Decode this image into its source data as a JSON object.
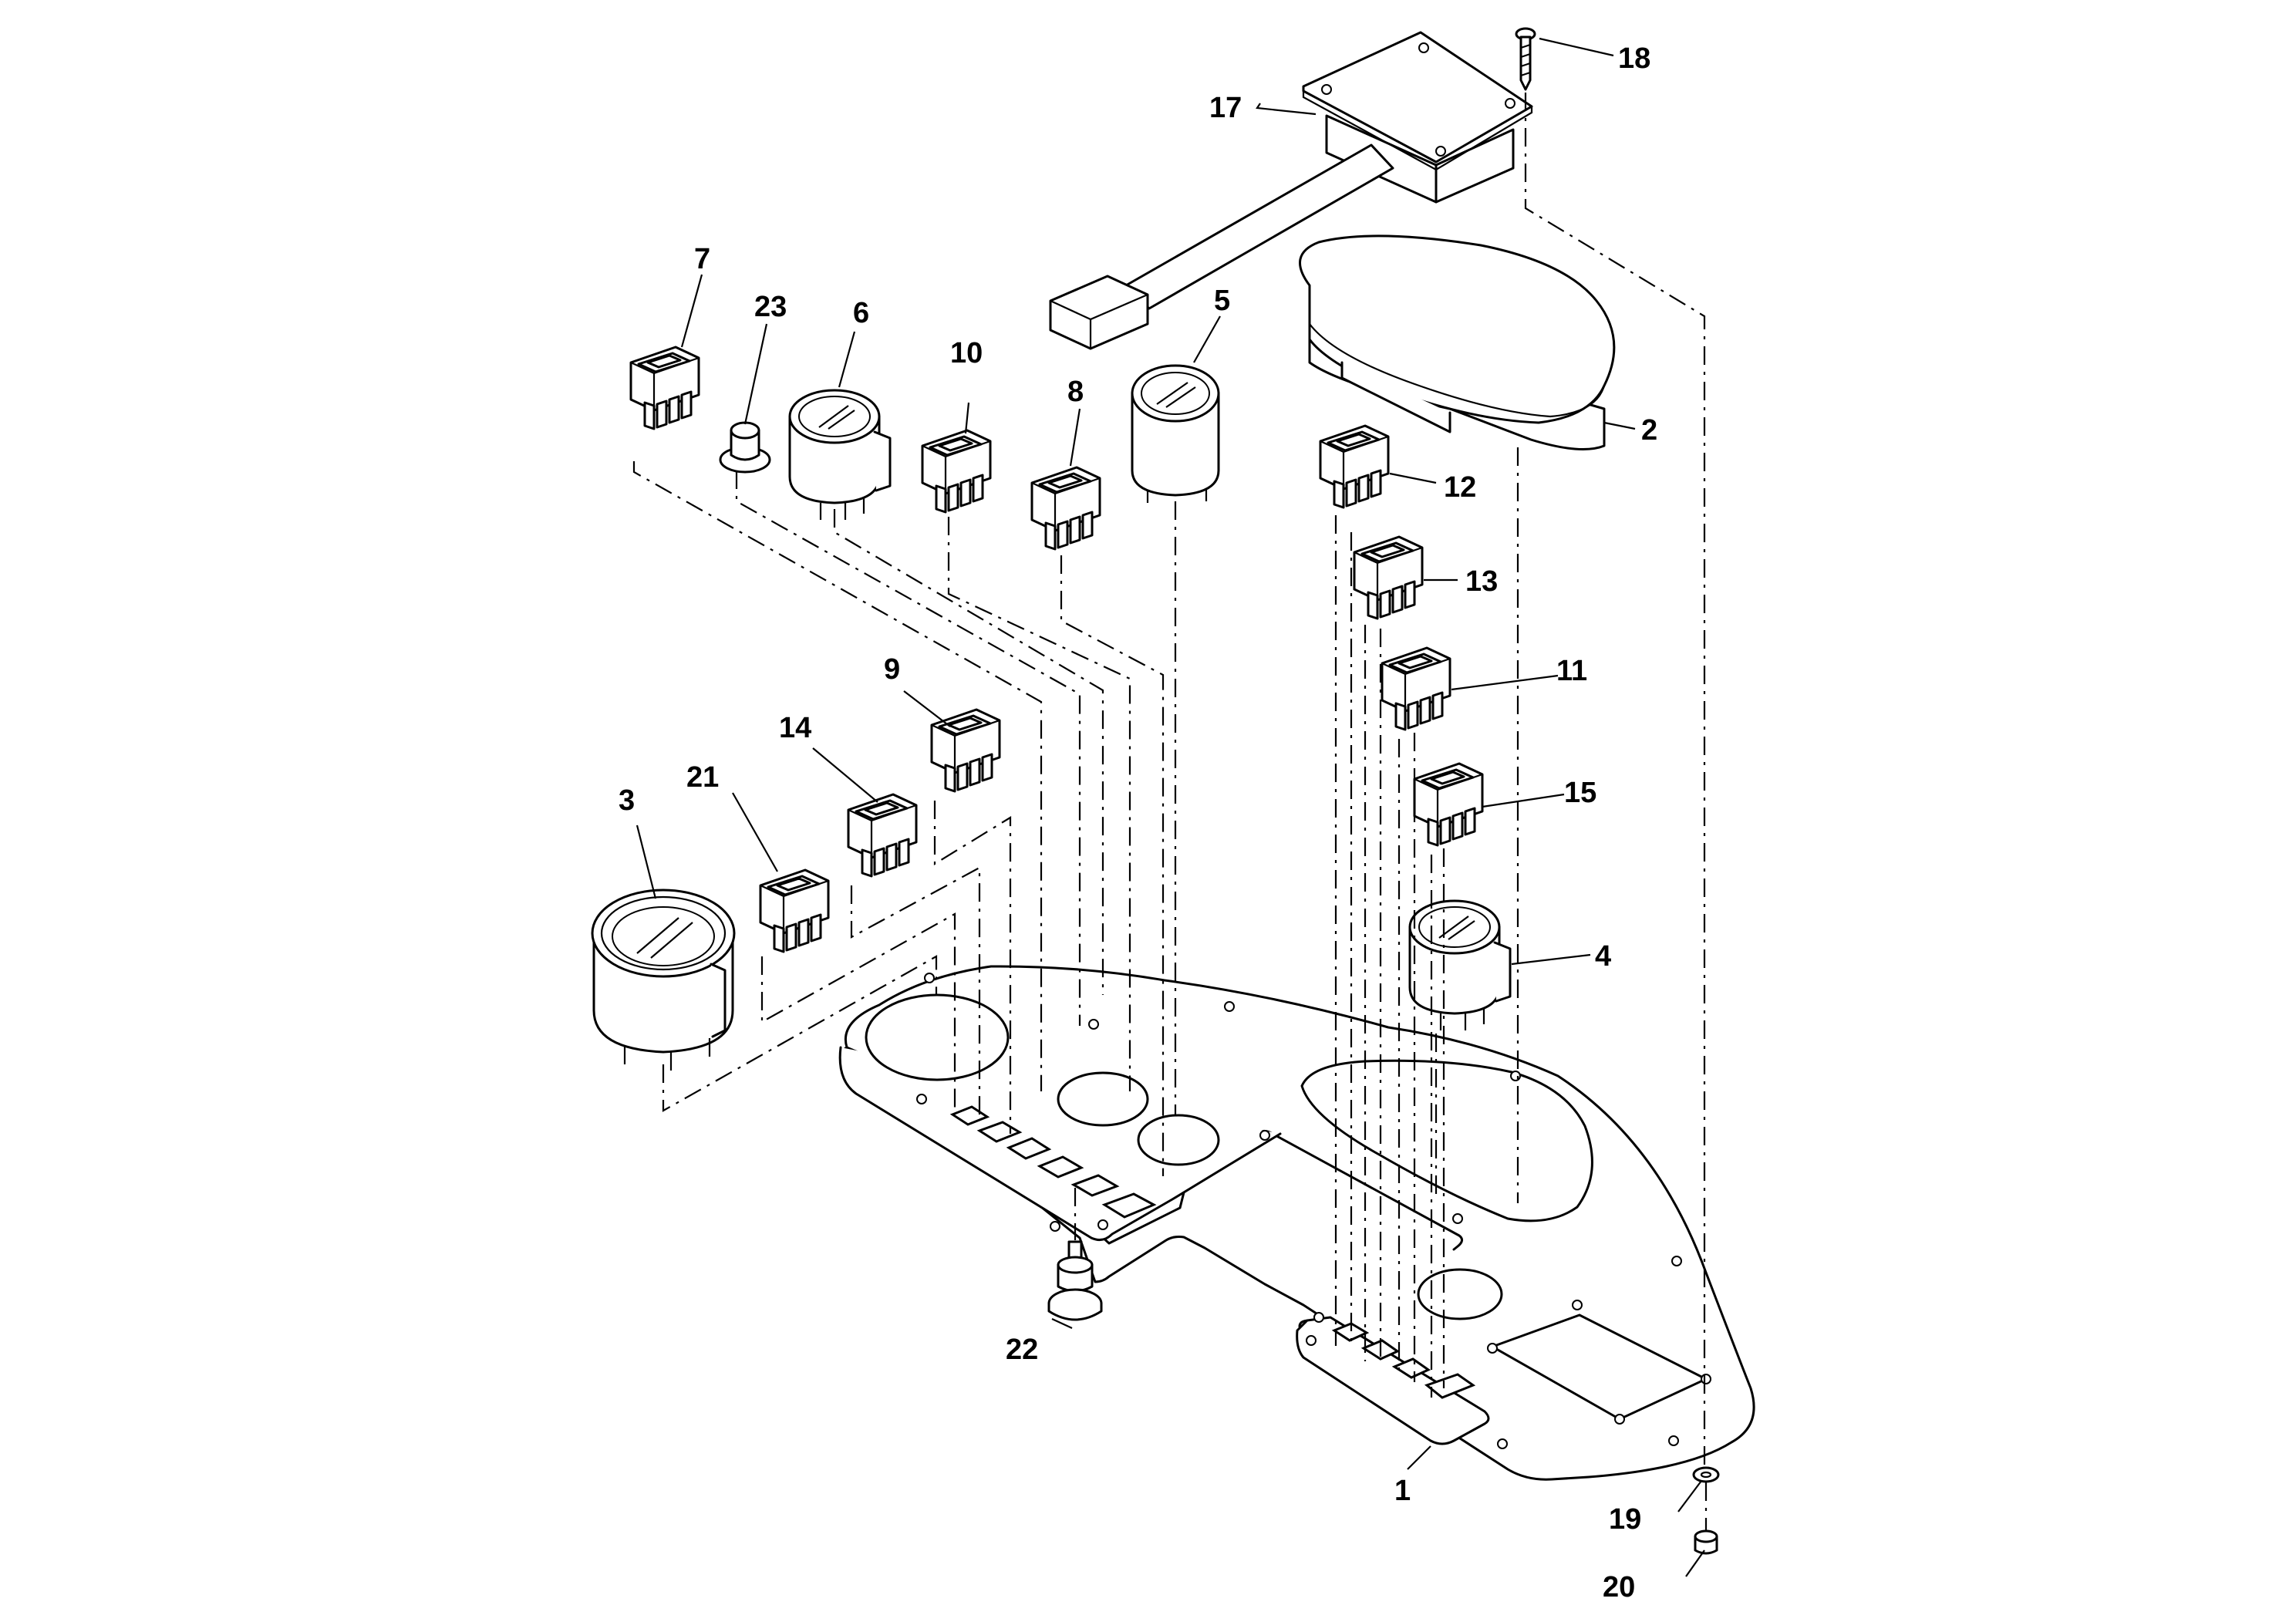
{
  "callouts": {
    "c1": "1",
    "c2": "2",
    "c3": "3",
    "c4": "4",
    "c5": "5",
    "c6": "6",
    "c7": "7",
    "c8": "8",
    "c9": "9",
    "c10": "10",
    "c11": "11",
    "c12": "12",
    "c13": "13",
    "c14": "14",
    "c15": "15",
    "c17": "17",
    "c18": "18",
    "c19": "19",
    "c20": "20",
    "c21": "21",
    "c22": "22",
    "c23": "23"
  }
}
